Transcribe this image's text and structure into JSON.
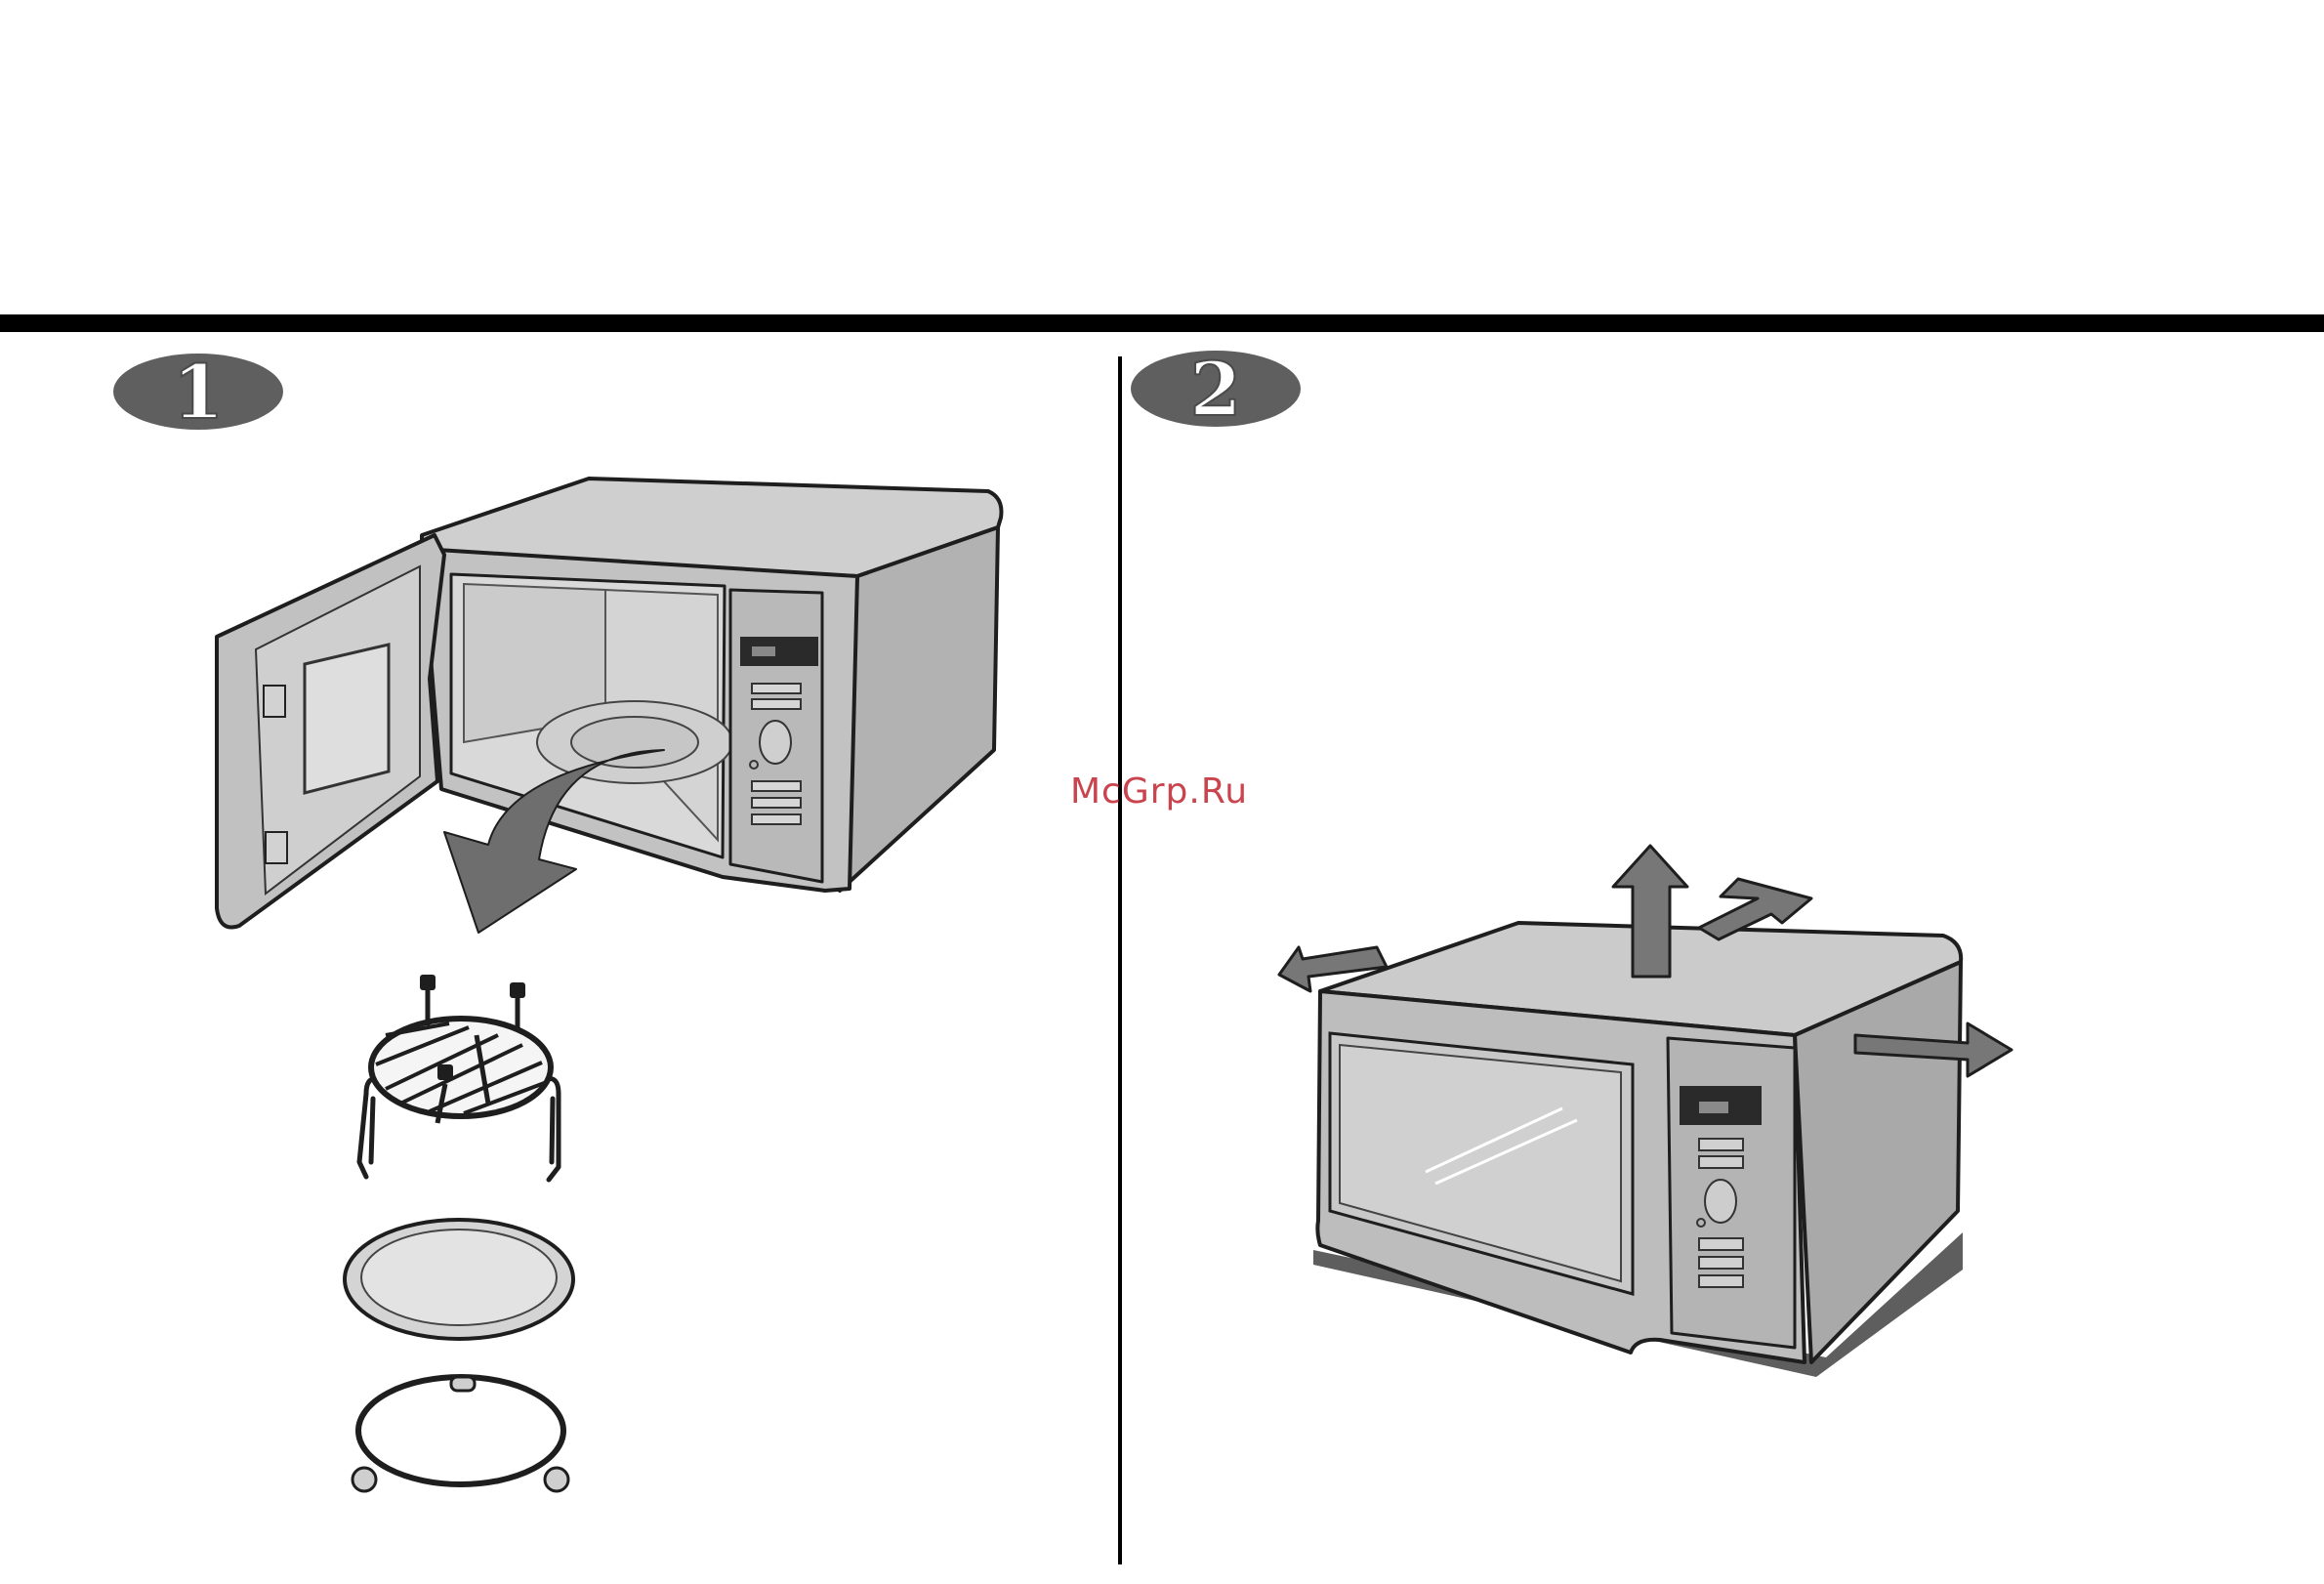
{
  "steps": [
    {
      "number": "1"
    },
    {
      "number": "2"
    }
  ],
  "watermark": "McGrp.Ru",
  "colors": {
    "rule": "#000000",
    "badge": "#5f5f5f",
    "body": "#bdbdbd",
    "body_dark": "#9e9e9e",
    "arrow": "#6e6e6e",
    "watermark": "#c4303a"
  },
  "icons": [
    "microwave-open-door",
    "microwave-closed",
    "grill-rack",
    "glass-tray",
    "roller-ring",
    "clearance-arrows"
  ]
}
